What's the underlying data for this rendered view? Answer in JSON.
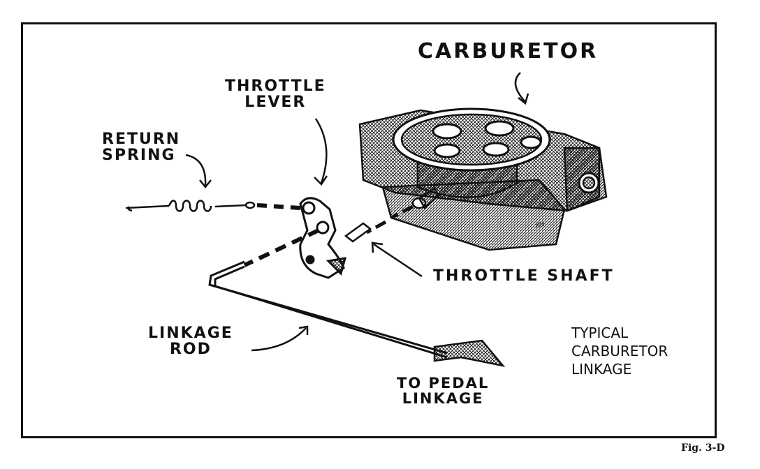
{
  "labels": {
    "carburetor": "CARBURETOR",
    "throttle_lever": "THROTTLE\nLEVER",
    "return_spring": "RETURN\nSPRING",
    "throttle_shaft": "THROTTLE SHAFT",
    "linkage_rod": "LINKAGE\nROD",
    "to_pedal": "TO PEDAL\nLINKAGE"
  },
  "caption": "TYPICAL\nCARBURETOR\nLINKAGE",
  "figure_number": "Fig. 3-D",
  "artist_initials": "KH",
  "colors": {
    "ink": "#111111",
    "paper": "#ffffff"
  }
}
